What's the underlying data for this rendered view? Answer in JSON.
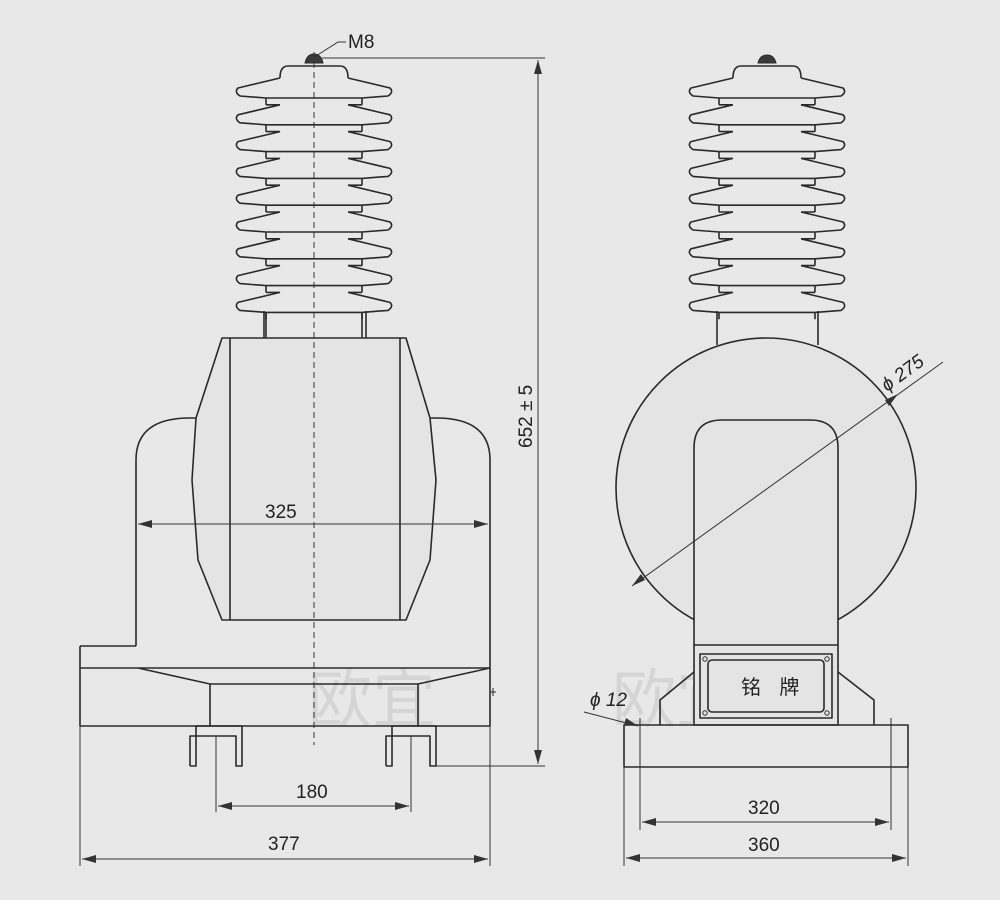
{
  "labels": {
    "thread": "M8",
    "height": "652 ± 5",
    "body_width": "325",
    "foot_spacing": "180",
    "overall_width": "377",
    "diameter": "ϕ 275",
    "hole": "ϕ 12",
    "mount_spacing": "320",
    "base_width": "360"
  },
  "nameplate": {
    "text": "铭 牌"
  },
  "watermark": {
    "left": "欧宜",
    "right": "欧宜"
  },
  "colors": {
    "background": "#e8e8e8",
    "line": "#2a2a2a",
    "watermark": "#d2d2d2"
  }
}
